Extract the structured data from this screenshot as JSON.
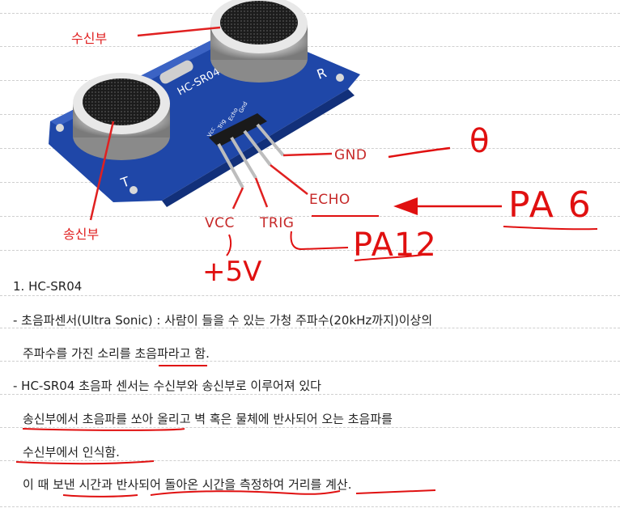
{
  "figure": {
    "receiver_label": "수신부",
    "transmitter_label": "송신부",
    "board_text": "HC-SR04",
    "board_letter_t": "T",
    "board_letter_r": "R",
    "pin_silk": [
      "Vcc",
      "Trig",
      "Echo",
      "Gnd"
    ],
    "pins": {
      "vcc": "VCC",
      "trig": "TRIG",
      "echo": "ECHO",
      "gnd": "GND"
    }
  },
  "handwriting": {
    "gnd_note": "θ",
    "echo_note": "PA 6",
    "trig_note": "PA12",
    "vcc_note": "+5V"
  },
  "notes": {
    "heading": "1. HC-SR04",
    "line1": "- 초음파센서(Ultra Sonic) : 사람이 들을 수 있는 가청 주파수(20kHz까지)이상의",
    "line2": "주파수를 가진 소리를 초음파라고 함.",
    "line3": "- HC-SR04 초음파 센서는 수신부와 송신부로 이루어져 있다",
    "line4": "송신부에서 초음파를 쏘아 올리고 벽 혹은 물체에 반사되어 오는 초음파를",
    "line5": "수신부에서 인식함.",
    "line6": "이 때 보낸 시간과 반사되어 돌아온 시간을 측정하여 거리를 계산."
  },
  "colors": {
    "label_red": "#e02020",
    "ink_red": "#e01010",
    "board_blue": "#1f47a8",
    "text": "#222222"
  }
}
